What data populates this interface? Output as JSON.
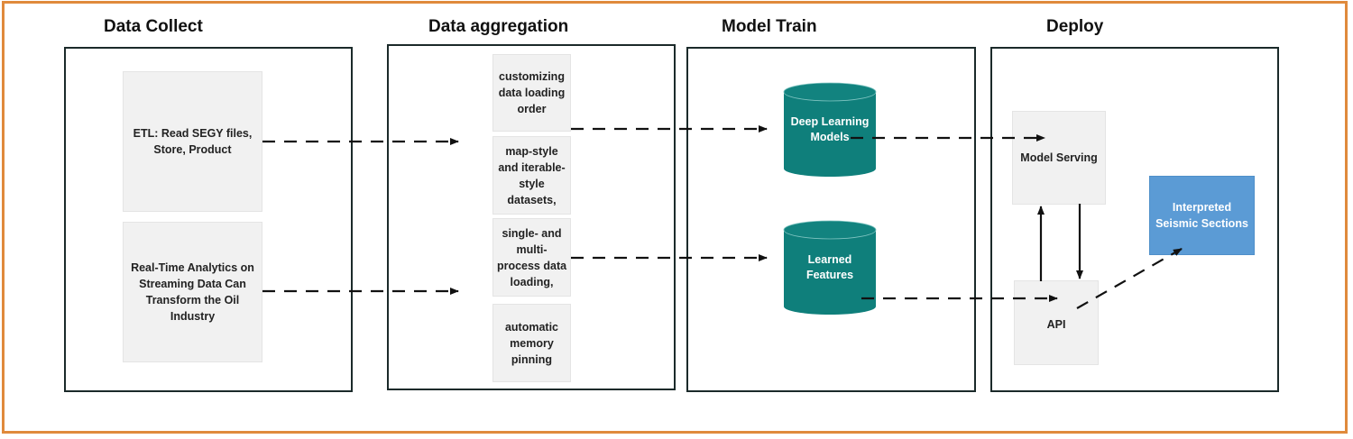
{
  "stages": {
    "collect": {
      "title": "Data Collect",
      "cards": [
        {
          "label": "ETL: Read SEGY files,\nStore, Product"
        },
        {
          "label": "Real-Time Analytics on\nStreaming Data Can\nTransform the Oil Industry"
        }
      ]
    },
    "aggregation": {
      "title": "Data aggregation",
      "cards": [
        {
          "label": "customizing\ndata loading\norder"
        },
        {
          "label": "map-style\nand iterable-\nstyle\ndatasets,"
        },
        {
          "label": "single- and\nmulti-\nprocess data\nloading,"
        },
        {
          "label": "automatic\nmemory\npinning"
        }
      ]
    },
    "train": {
      "title": "Model Train",
      "stores": [
        {
          "label": "Deep Learning\nModels"
        },
        {
          "label": "Learned\nFeatures"
        }
      ]
    },
    "deploy": {
      "title": "Deploy",
      "cards": [
        {
          "label": "Model Serving"
        },
        {
          "label": "API"
        }
      ],
      "output": {
        "label": "Interpreted\nSeismic Sections"
      }
    }
  },
  "colors": {
    "frame": "#e08a3c",
    "store_fill": "#0f7f7b",
    "output_fill": "#5b9bd5",
    "card_fill": "#f1f1f1"
  }
}
